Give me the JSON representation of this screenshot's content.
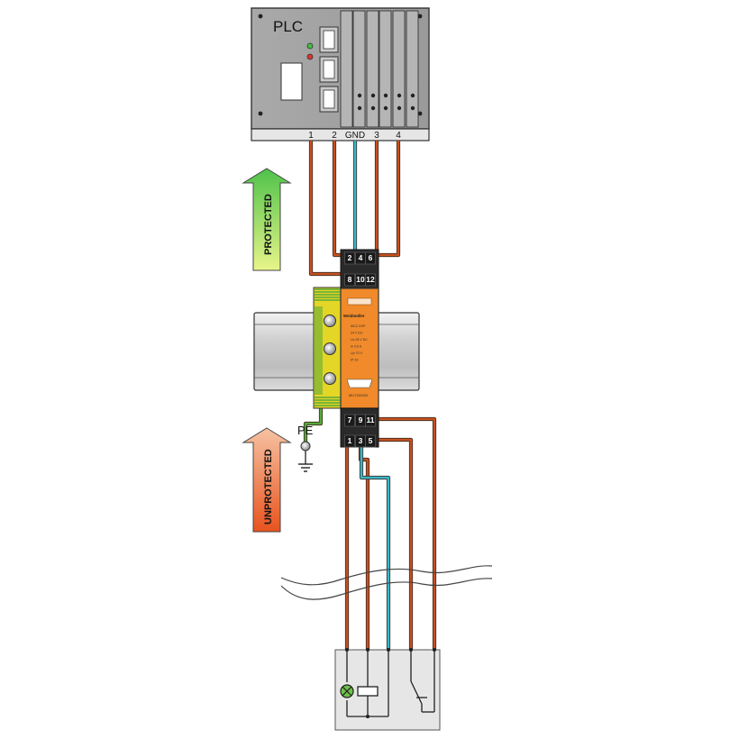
{
  "plc": {
    "title": "PLC",
    "terminals": [
      "1",
      "2",
      "GND",
      "3",
      "4"
    ]
  },
  "arrows": {
    "protected": "PROTECTED",
    "unprotected": "UNPROTECTED"
  },
  "device": {
    "brand": "Weidmüller",
    "top_terminals_row1": [
      "2",
      "4",
      "6"
    ],
    "top_terminals_row2": [
      "8",
      "10",
      "12"
    ],
    "bottom_terminals_row1": [
      "7",
      "9",
      "11"
    ],
    "bottom_terminals_row2": [
      "1",
      "3",
      "5"
    ],
    "spec_lines": [
      "MCZ OVP",
      "24 V DC",
      "Uc 28 V DC",
      "In 0,5 A",
      "Up 70 V",
      "IP 20"
    ],
    "part_number": "8617530000"
  },
  "ground": {
    "label": "PE"
  },
  "colors": {
    "signal_wire": "#c8501e",
    "gnd_wire": "#3bb6c9",
    "device_orange": "#f08a2a",
    "protected_arrow": "#8ed24a",
    "unprotected_arrow": "#f07a3a",
    "pe_yellow": "#e4d626",
    "pe_green": "#58a83a"
  },
  "icons": [
    "led-green-icon",
    "led-red-icon",
    "ground-symbol-icon",
    "lamp-icon",
    "switch-contact-icon"
  ]
}
